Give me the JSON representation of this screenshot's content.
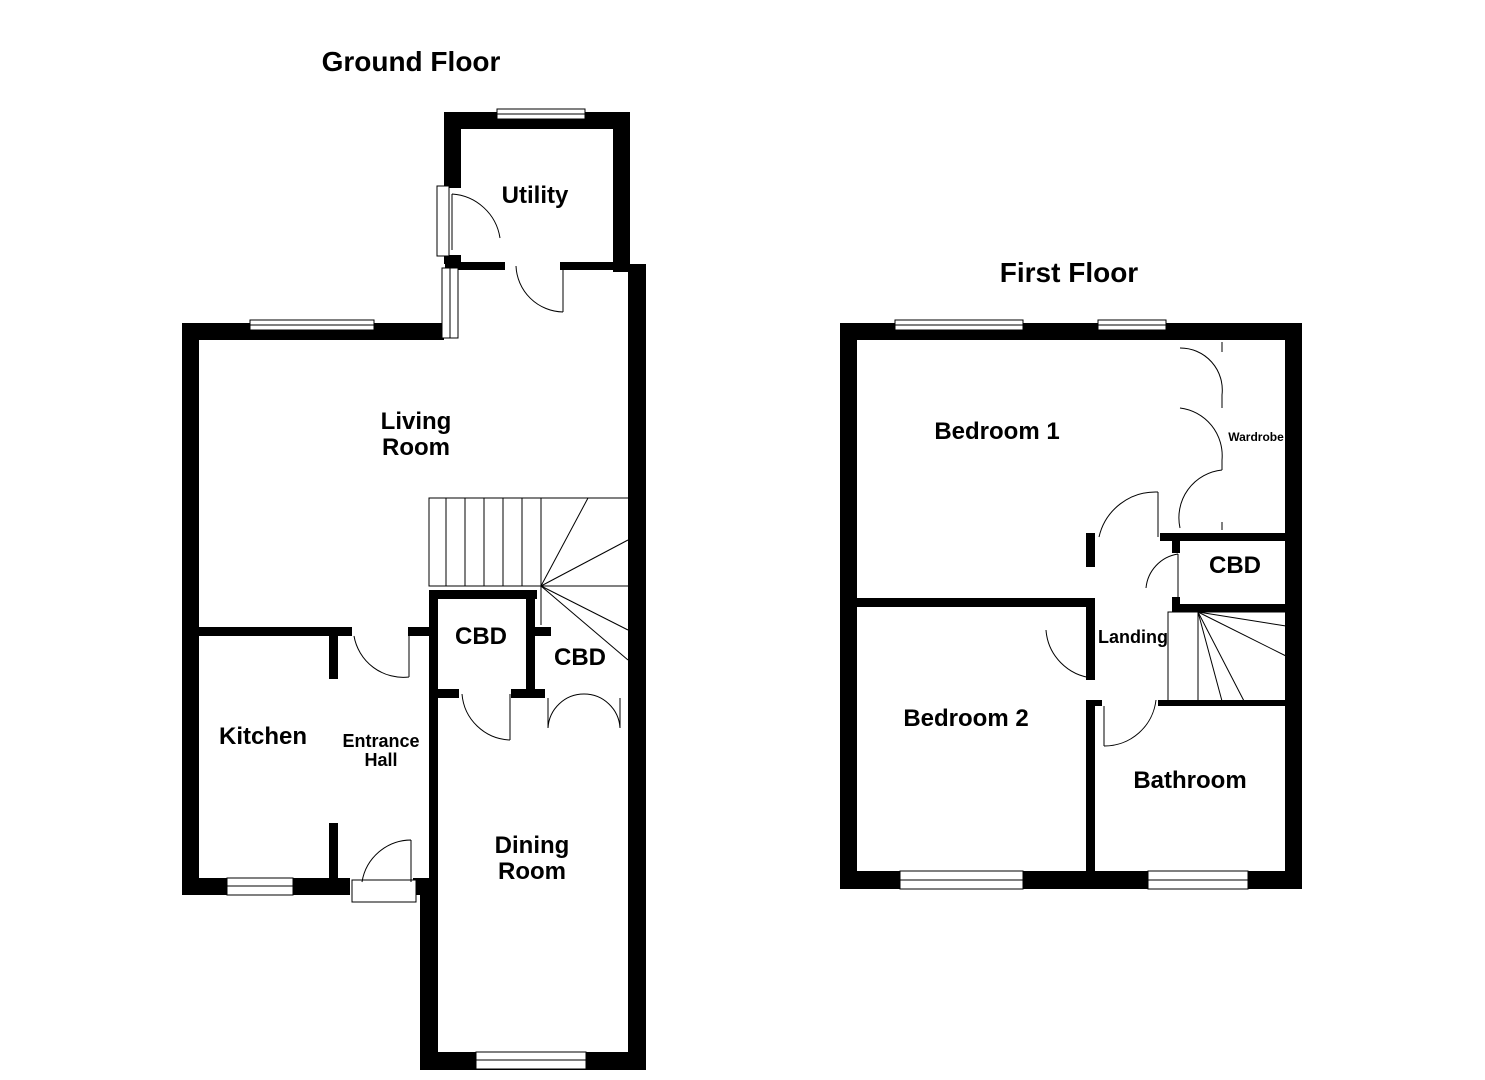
{
  "floors": [
    {
      "title": "Ground Floor",
      "rooms": {
        "utility": "Utility",
        "living_room": [
          "Living",
          "Room"
        ],
        "kitchen": "Kitchen",
        "entrance_hall": [
          "Entrance",
          "Hall"
        ],
        "cupboard_1": "CBD",
        "cupboard_2": "CBD",
        "dining_room": [
          "Dining",
          "Room"
        ]
      }
    },
    {
      "title": "First Floor",
      "rooms": {
        "bedroom_1": "Bedroom 1",
        "wardrobe": "Wardrobe",
        "cupboard": "CBD",
        "landing": "Landing",
        "bedroom_2": "Bedroom 2",
        "bathroom": "Bathroom"
      }
    }
  ]
}
